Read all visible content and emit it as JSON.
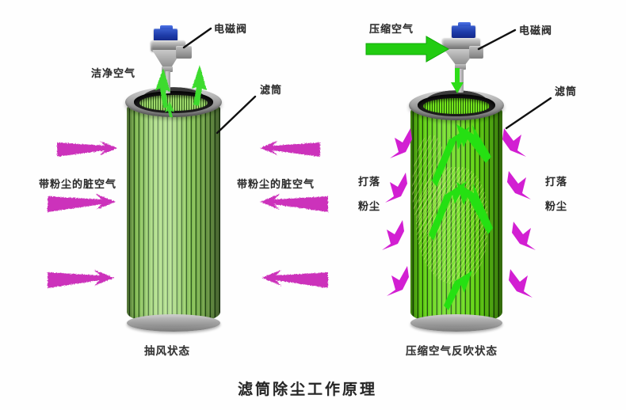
{
  "figure": {
    "title": "滤筒除尘工作原理",
    "subtitle_left": "抽风状态",
    "subtitle_right": "压缩空气反吹状态"
  },
  "panels": [
    {
      "id": "filtration",
      "state_label": "抽风状态",
      "labels": {
        "solenoid_valve": "电磁阀",
        "clean_air": "洁净空气",
        "filter_cartridge": "滤筒",
        "dirty_air_left": "带粉尘的脏空气",
        "dirty_air_right": "带粉尘的脏空气"
      }
    },
    {
      "id": "pulse-jet",
      "state_label": "压缩空气反吹状态",
      "labels": {
        "solenoid_valve": "电磁阀",
        "compressed_air": "压缩空气",
        "filter_cartridge": "滤筒",
        "knock_off_left": "打落",
        "dust_left": "粉尘",
        "knock_off_right": "打落",
        "dust_right": "粉尘"
      }
    }
  ],
  "colors": {
    "clean_air_arrow": "#3ddb2e",
    "compressed_air_arrow": "#22cc11",
    "dirty_air_arrow": "#cc33bb",
    "dust_arrow": "#d21fd2",
    "filter_light_green": "#9ed86b",
    "filter_dark_green": "#2f5a1e",
    "filter_bright_green": "#6ee01a",
    "valve_coil_blue": "#1d3ba8",
    "metal_grey": "#9a9a9a",
    "leader_line": "#111111",
    "text": "#2b2b2b",
    "background": "#ffffff"
  },
  "icons": {
    "clean_air": "up-arrow-icon",
    "compressed_air": "right-arrow-icon",
    "dirty_air_in": "inward-arrow-icon",
    "dust_out": "outward-arrow-icon",
    "pulse_jet": "down-arrow-icon"
  }
}
